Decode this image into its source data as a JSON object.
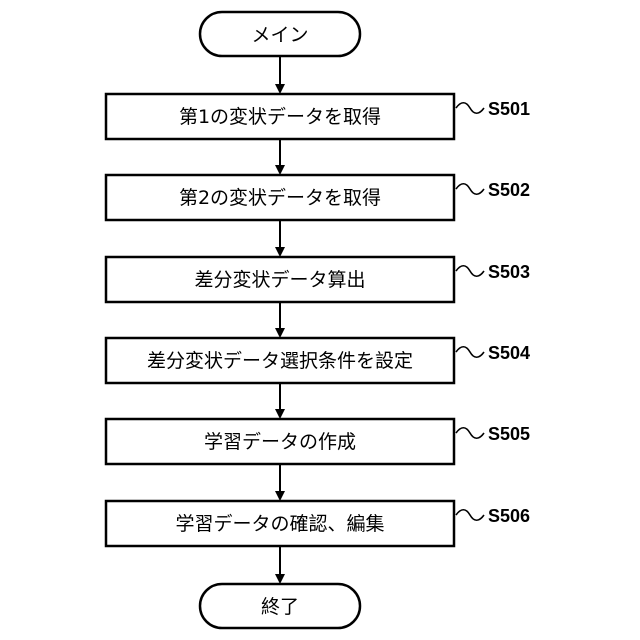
{
  "start": {
    "label": "メイン"
  },
  "end": {
    "label": "終了"
  },
  "steps": [
    {
      "id": "S501",
      "label": "第1の変状データを取得"
    },
    {
      "id": "S502",
      "label": "第2の変状データを取得"
    },
    {
      "id": "S503",
      "label": "差分変状データ算出"
    },
    {
      "id": "S504",
      "label": "差分変状データ選択条件を設定"
    },
    {
      "id": "S505",
      "label": "学習データの作成"
    },
    {
      "id": "S506",
      "label": "学習データの確認、編集"
    }
  ]
}
